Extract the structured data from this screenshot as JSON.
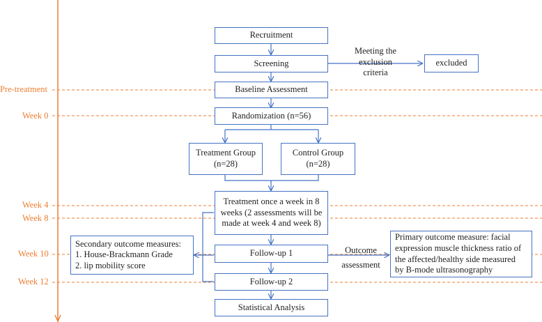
{
  "timeline": {
    "color": "#ed7d31",
    "labels": [
      "Pre-treatment",
      "Week 0",
      "Week 4",
      "Week 8",
      "Week 10",
      "Week 12"
    ]
  },
  "flow": {
    "line_color": "#4472c4",
    "recruitment": "Recruitment",
    "screening": "Screening",
    "exclusion_note": [
      "Meeting the",
      "exclusion",
      "criteria"
    ],
    "excluded": "excluded",
    "baseline": "Baseline Assessment",
    "randomization": "Randomization (n=56)",
    "treatment_group": [
      "Treatment Group",
      "(n=28)"
    ],
    "control_group": [
      "Control Group",
      "(n=28)"
    ],
    "treatment": [
      "Treatment once a week in 8",
      "weeks (2 assessments will be",
      "made at week 4 and week 8)"
    ],
    "followup1": "Follow-up 1",
    "followup2": "Follow-up 2",
    "statistical_analysis": "Statistical Analysis",
    "outcome_note": [
      "Outcome",
      "assessment"
    ],
    "secondary": [
      "Secondary outcome measures:",
      "1.   House-Brackmann Grade",
      "2.   lip mobility score"
    ],
    "primary": [
      "Primary outcome measure: facial",
      "expression muscle thickness ratio of",
      "the affected/healthy side measured",
      "by B-mode ultrasonography"
    ]
  }
}
